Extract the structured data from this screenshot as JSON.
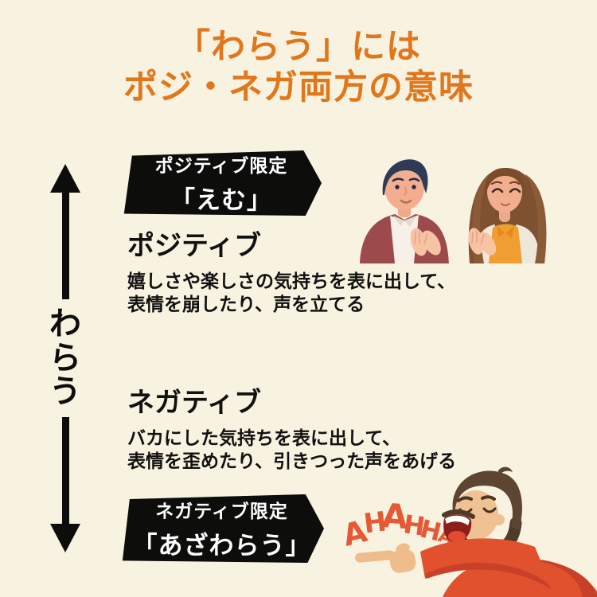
{
  "page": {
    "background_color": "#f8f2e0",
    "accent_orange": "#e2761b",
    "badge_black": "#0d0d0c",
    "laugh_orange": "#e45a36"
  },
  "title": {
    "line1": "「わらう」には",
    "line2": "ポジ・ネガ両方の意味"
  },
  "axis": {
    "label": "わらう",
    "chars": [
      "わ",
      "ら",
      "う"
    ]
  },
  "positive": {
    "badge_line1": "ポジティブ限定",
    "badge_line2": "「えむ」",
    "heading": "ポジティブ",
    "desc_line1": "嬉しさや楽しさの気持ちを表に出して、",
    "desc_line2": "表情を崩したり、声を立てる"
  },
  "negative": {
    "badge_line1": "ネガティブ限定",
    "badge_line2": "「あざわらう」",
    "heading": "ネガティブ",
    "desc_line1": "バカにした気持ちを表に出して、",
    "desc_line2": "表情を歪めたり、引きつった声をあげる"
  },
  "laugh_text": {
    "letters": [
      "A",
      "H",
      "A",
      "H",
      "H",
      "A"
    ]
  },
  "illustrations": {
    "top": "man-and-woman-smiling-politely-clapping",
    "bottom": "man-laughing-loudly-pointing-finger"
  }
}
